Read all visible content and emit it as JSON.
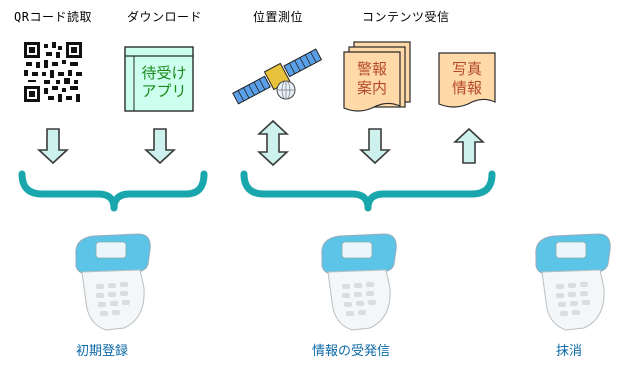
{
  "top_labels": {
    "qr": "QRコード読取",
    "download": "ダウンロード",
    "location": "位置測位",
    "content": "コンテンツ受信"
  },
  "icons": {
    "app_window": [
      "待受け",
      "アプリ"
    ],
    "news_doc": [
      "警報",
      "案内"
    ],
    "photo_doc": [
      "写真",
      "情報"
    ]
  },
  "arrows": [
    {
      "name": "qr",
      "direction": "down"
    },
    {
      "name": "download",
      "direction": "down"
    },
    {
      "name": "location",
      "direction": "both"
    },
    {
      "name": "content",
      "direction": "down"
    },
    {
      "name": "photo",
      "direction": "up"
    }
  ],
  "captions": {
    "registration": "初期登録",
    "exchange": "情報の受発信",
    "erase": "抹消"
  },
  "colors": {
    "brace": "#19a7ad",
    "arrow_fill": "#cdf2ee",
    "arrow_stroke": "#3b3b3b",
    "app_window_fill": "#ccffee",
    "doc_fill": "#ffd9a8",
    "caption": "#0b6aa8",
    "phone_body": "#5cc4e6"
  }
}
